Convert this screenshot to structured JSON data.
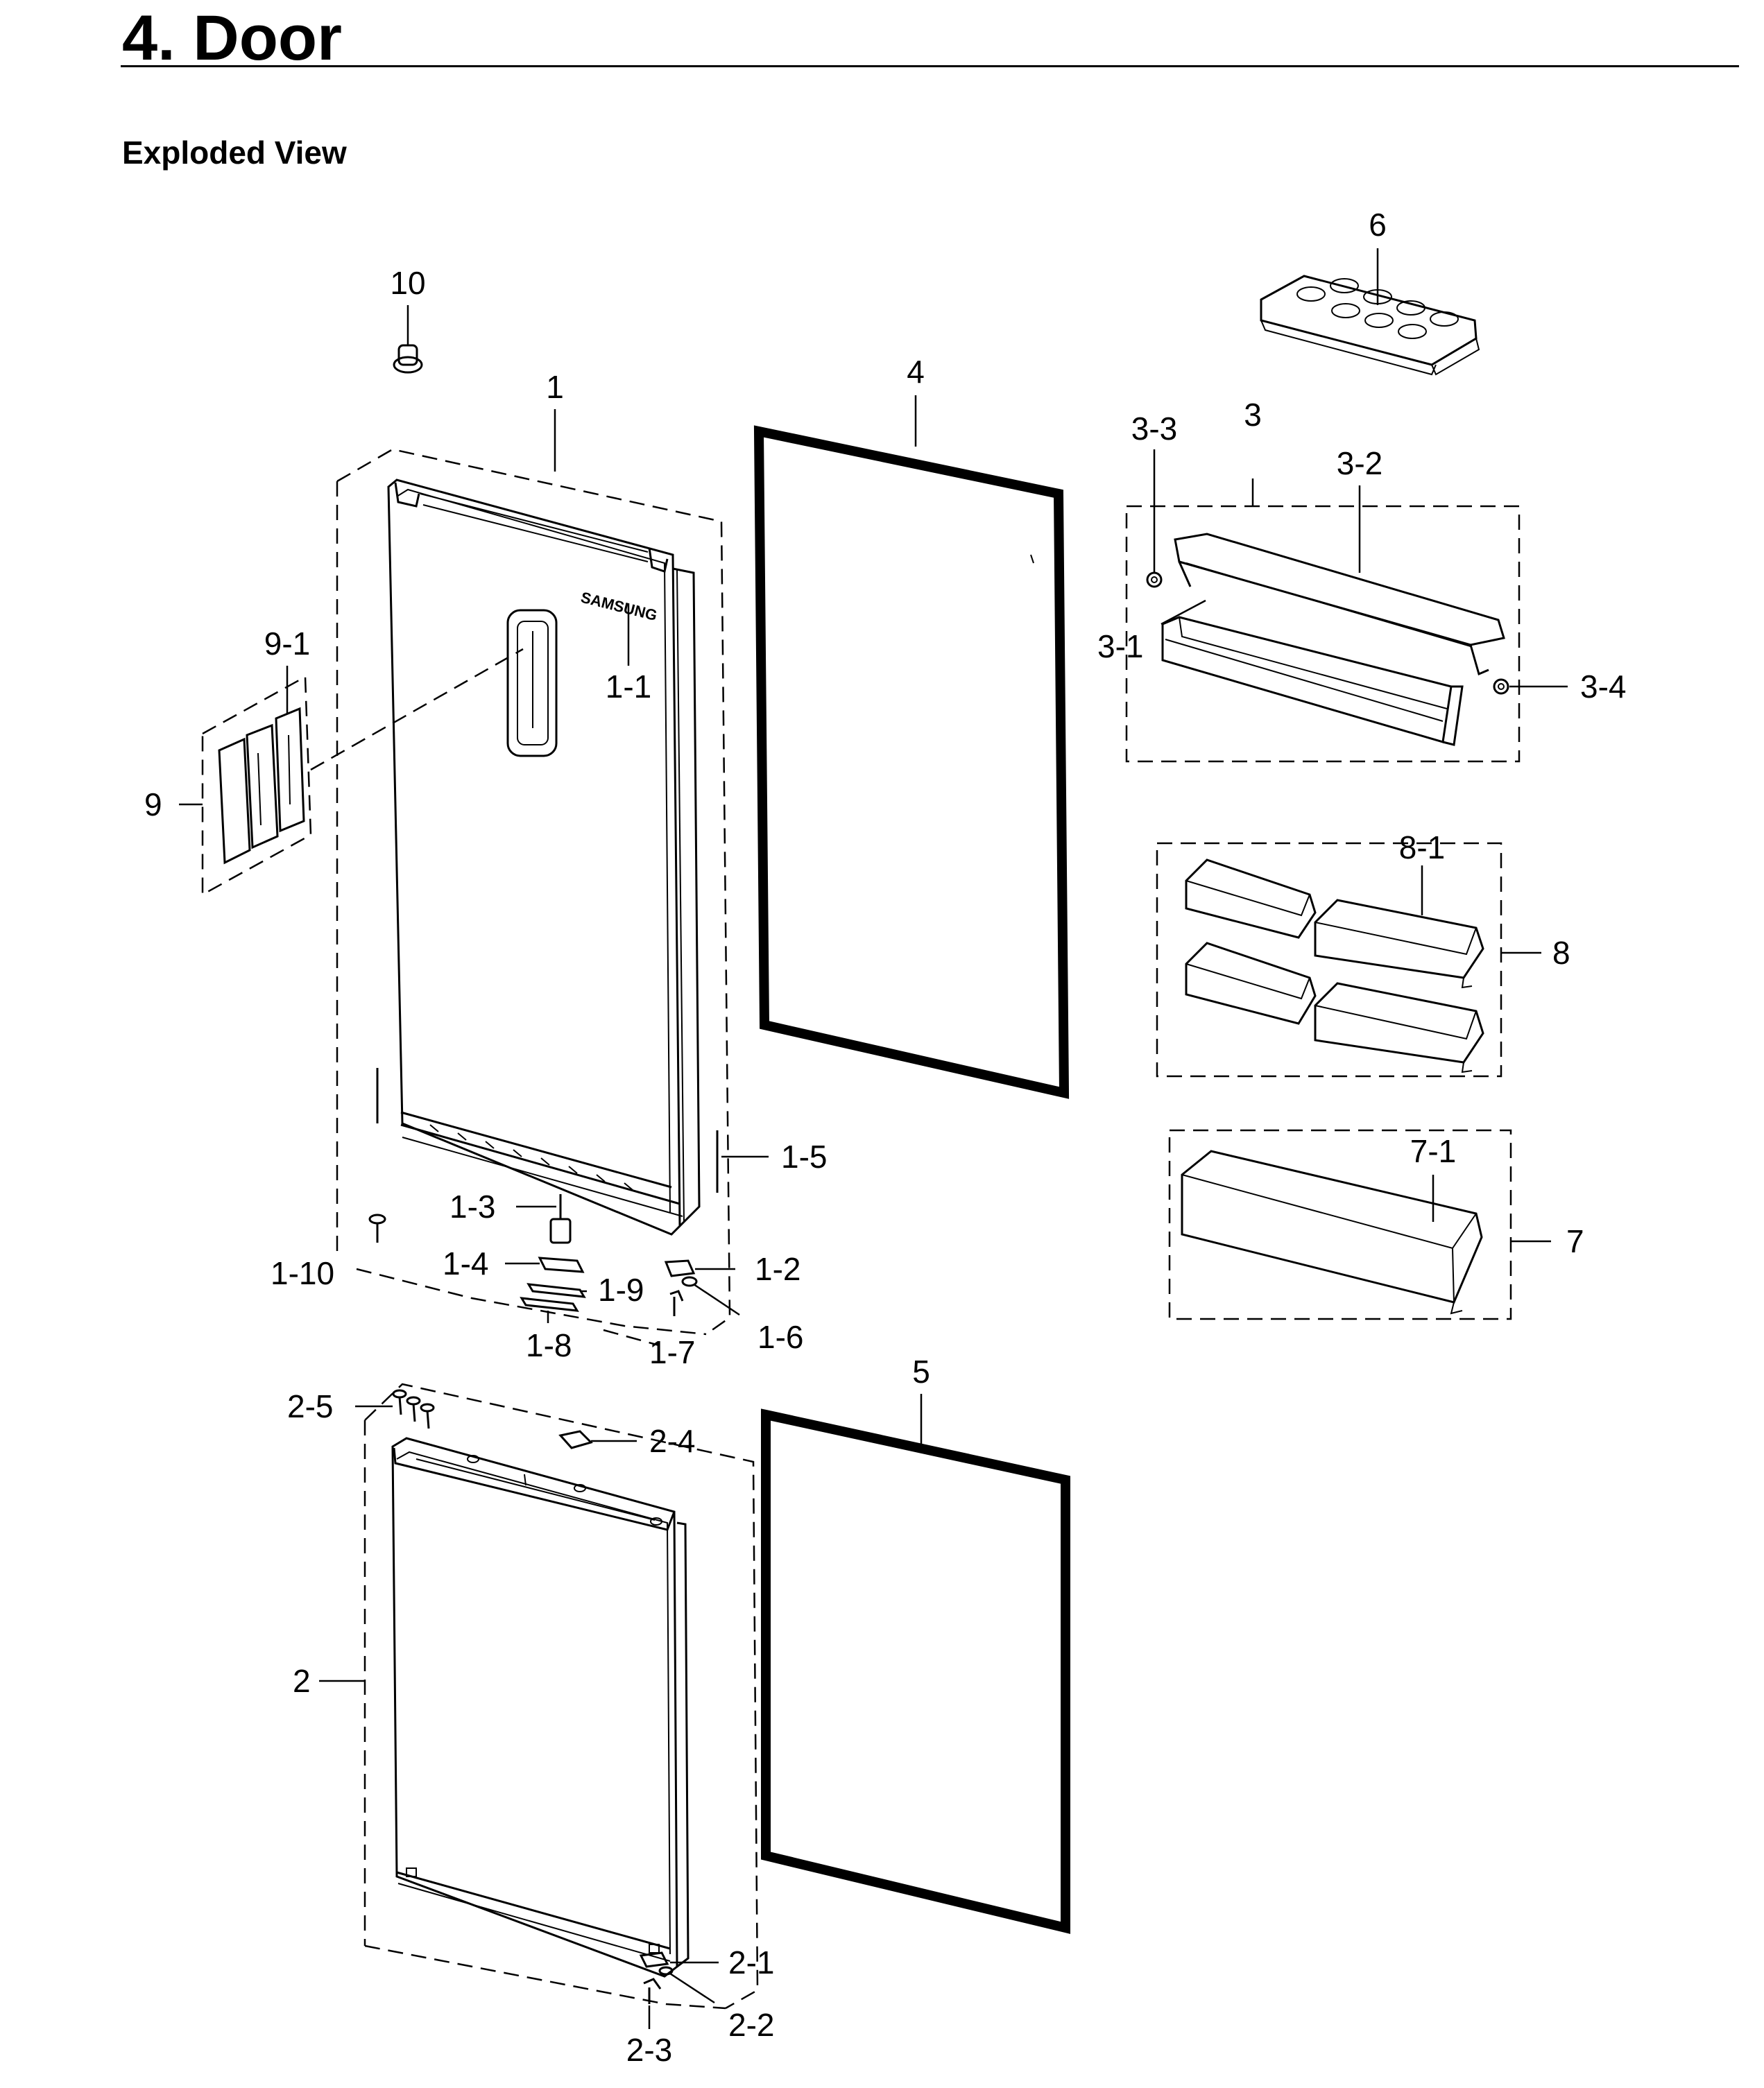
{
  "header": {
    "title": "4.  Door",
    "subtitle": "Exploded View"
  },
  "labels": {
    "p1": "1",
    "p1_1": "1-1",
    "p1_2": "1-2",
    "p1_3": "1-3",
    "p1_4": "1-4",
    "p1_5": "1-5",
    "p1_6": "1-6",
    "p1_7": "1-7",
    "p1_8": "1-8",
    "p1_9": "1-9",
    "p1_10": "1-10",
    "p2": "2",
    "p2_1": "2-1",
    "p2_2": "2-2",
    "p2_3": "2-3",
    "p2_4": "2-4",
    "p2_5": "2-5",
    "p3": "3",
    "p3_1": "3-1",
    "p3_2": "3-2",
    "p3_3": "3-3",
    "p3_4": "3-4",
    "p4": "4",
    "p5": "5",
    "p6": "6",
    "p7": "7",
    "p7_1": "7-1",
    "p8": "8",
    "p8_1": "8-1",
    "p9": "9",
    "p9_1": "9-1",
    "p10": "10"
  },
  "door_brand": "SAMSUNG"
}
